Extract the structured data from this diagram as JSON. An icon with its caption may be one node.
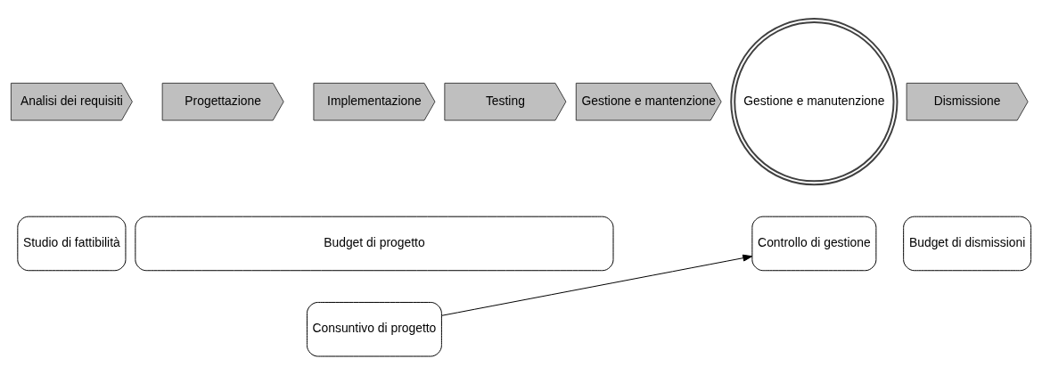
{
  "diagram": {
    "nodes": [
      {
        "text": [
          "Analisi dei requisiti"
        ]
      },
      {
        "text": [
          "Progettazione"
        ]
      },
      {
        "text": [
          "Implementazione"
        ]
      },
      {
        "text": [
          "Testing"
        ]
      },
      {
        "text": [
          "Gestione e mantenzione"
        ]
      },
      {
        "text": [
          "Gestione e manutenzione"
        ]
      },
      {
        "text": [
          "Dismissione"
        ]
      },
      {
        "text": [
          "Studio di fattibilità"
        ]
      },
      {
        "text": [
          "Budget di progetto"
        ]
      },
      {
        "text": [
          "Controllo di gestione"
        ]
      },
      {
        "text": [
          "Budget di dismissioni"
        ]
      },
      {
        "text": [
          "Consuntivo di progetto"
        ]
      }
    ],
    "edges": [
      {
        "from": 11,
        "to": 9,
        "arrow": "to"
      }
    ]
  }
}
